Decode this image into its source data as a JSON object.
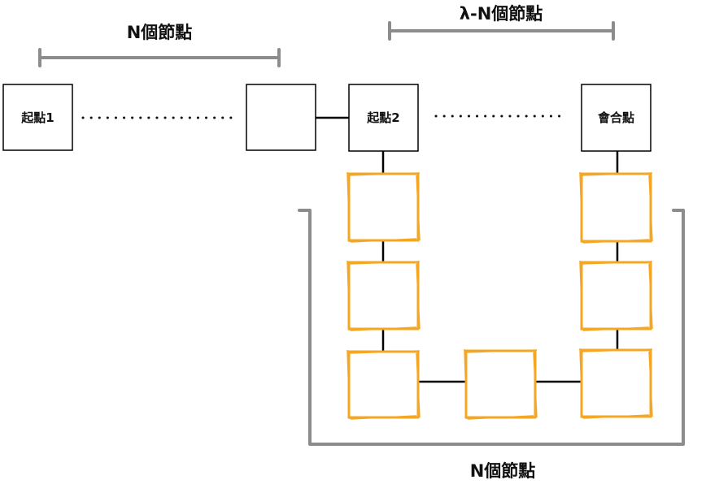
{
  "labels": {
    "top_left_bracket": "N個節點",
    "top_right_bracket": "λ-N個節點",
    "bottom_bracket": "N個節點"
  },
  "nodes": {
    "start1": "起點1",
    "start2": "起點2",
    "meeting": "會合點"
  },
  "colors": {
    "node_border": "#000000",
    "cycle_node_border": "#f5a623",
    "bracket": "#8c8c8c",
    "edge": "#000000"
  }
}
